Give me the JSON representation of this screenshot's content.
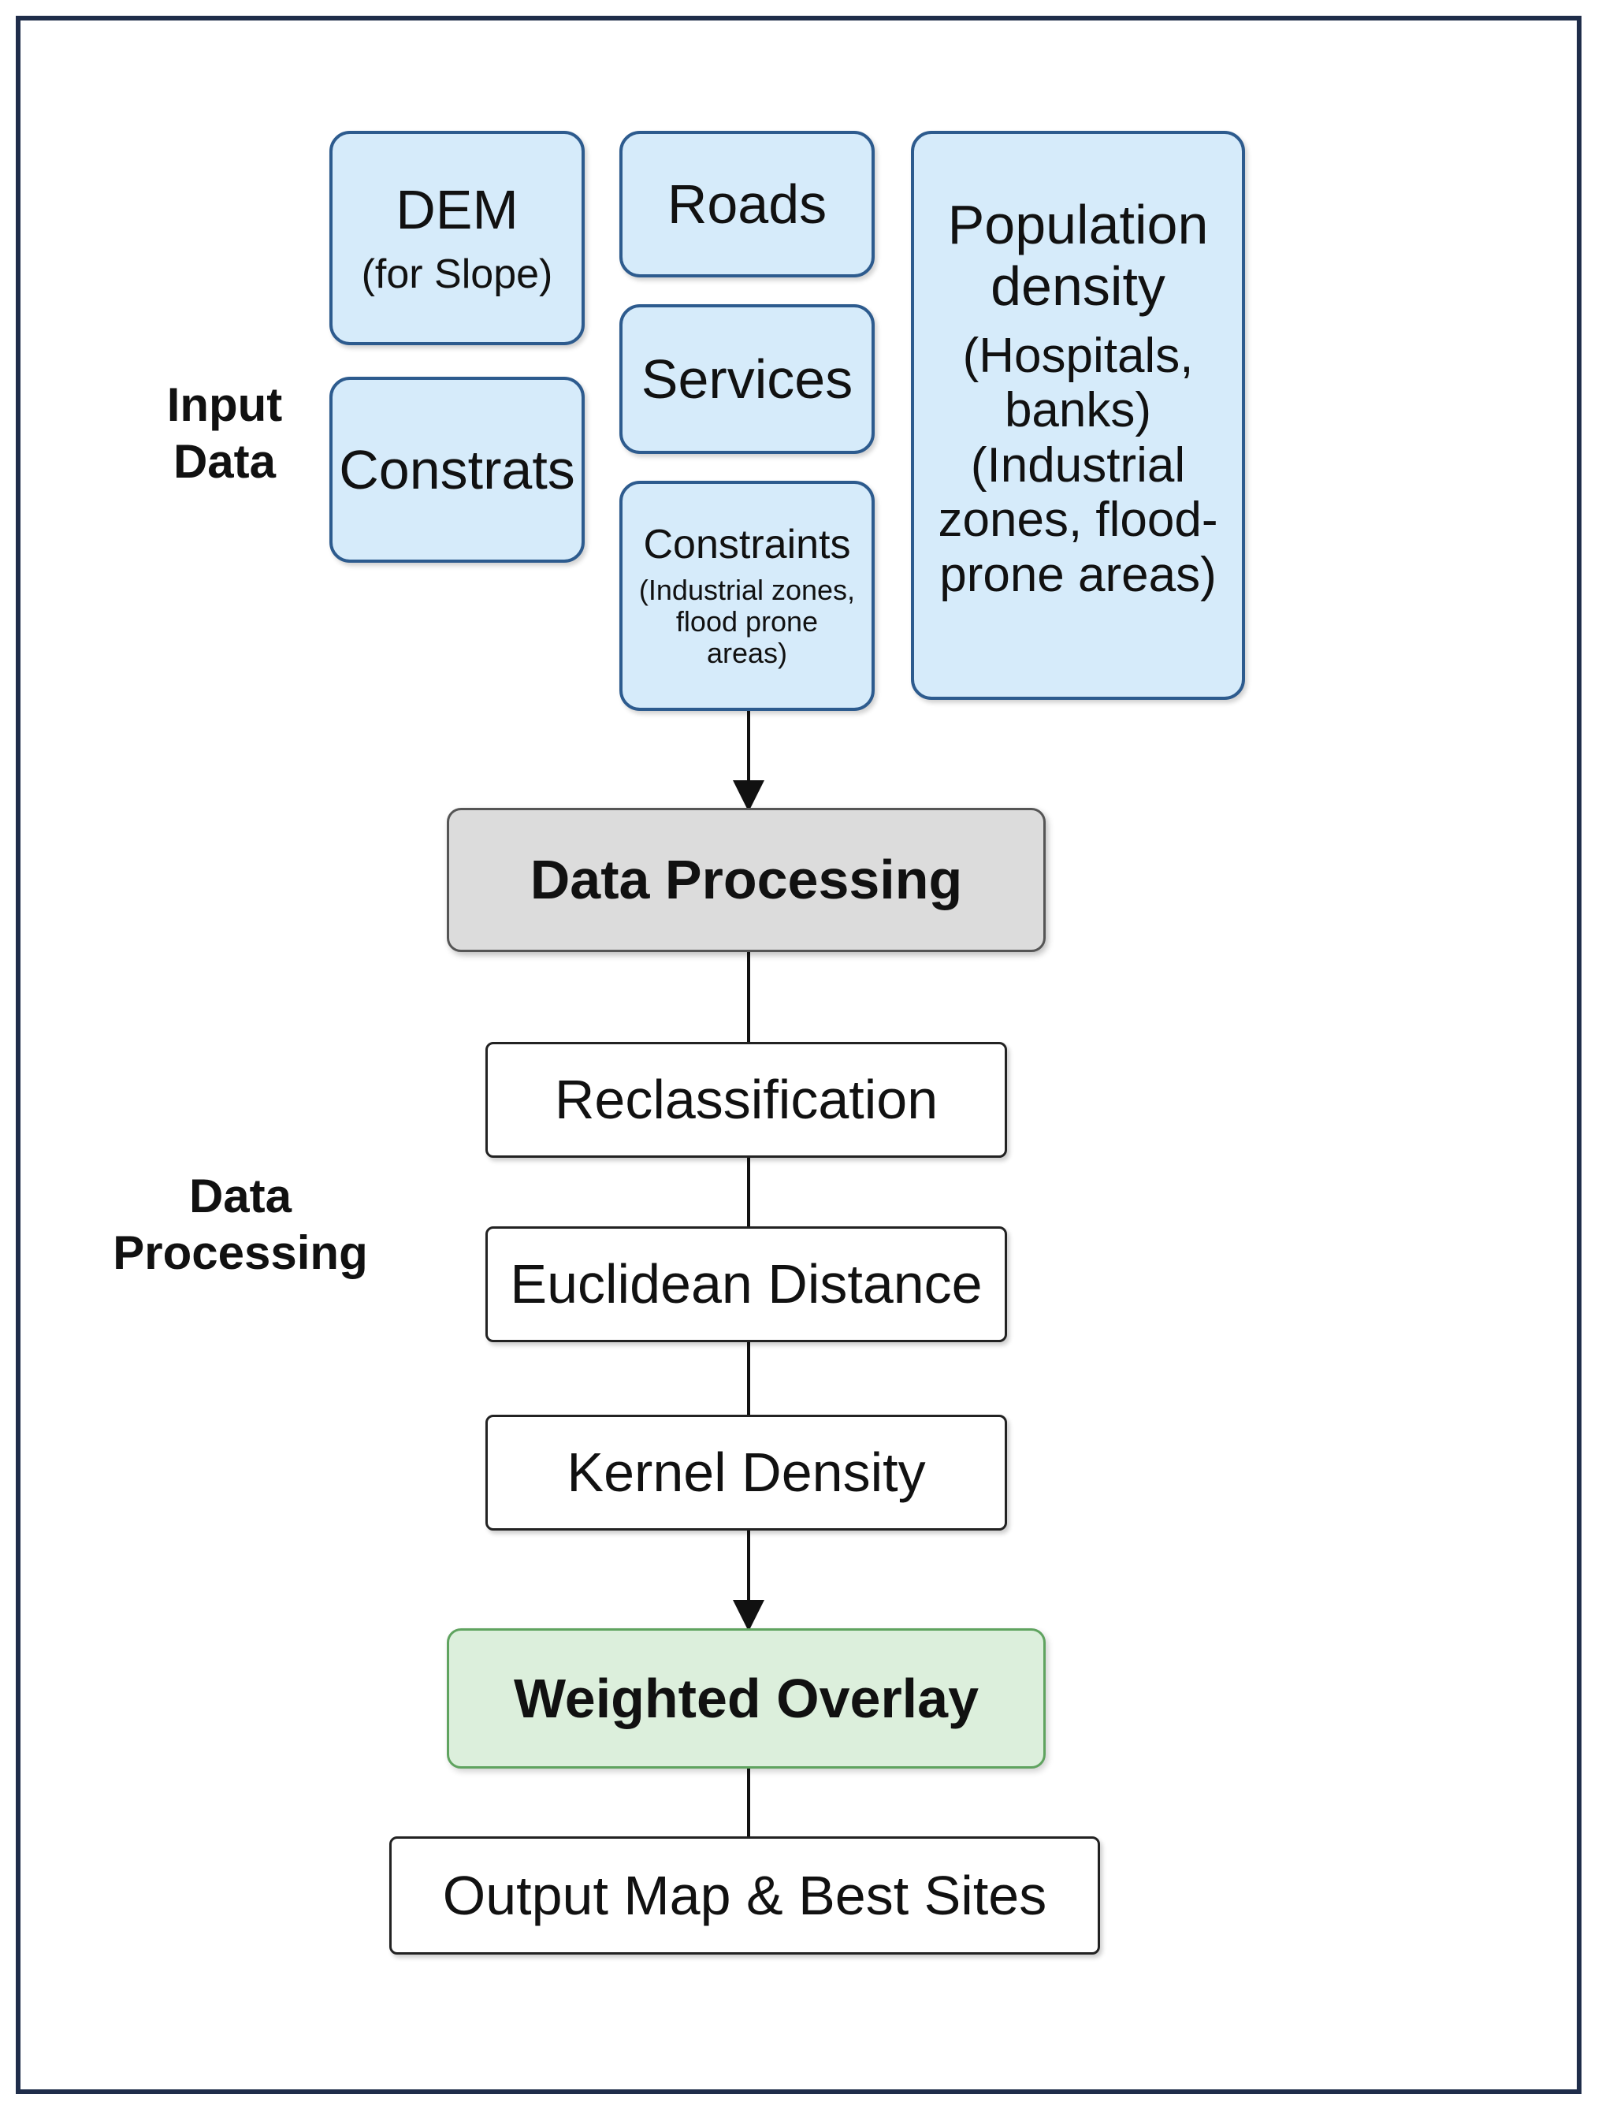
{
  "labels": {
    "input_data": [
      "Input",
      "Data"
    ],
    "data_processing": [
      "Data",
      "Processing"
    ]
  },
  "inputs": {
    "dem": {
      "title": "DEM",
      "sub": "(for Slope)"
    },
    "constrats": {
      "title": "Constrats"
    },
    "roads": {
      "title": "Roads"
    },
    "services": {
      "title": "Services"
    },
    "constraints": {
      "title": "Constraints",
      "sub": [
        "(Industrial zones,",
        "flood prone",
        "areas)"
      ]
    },
    "population": {
      "lines": [
        "Population",
        "density"
      ],
      "sub": [
        "(Hospitals,",
        "banks)",
        "(Industrial",
        "zones, flood-",
        "prone areas)"
      ]
    }
  },
  "process": {
    "data_processing": "Data Processing",
    "reclassification": "Reclassification",
    "euclidean_distance": "Euclidean Distance",
    "kernel_density": "Kernel Density",
    "weighted_overlay": "Weighted Overlay",
    "output": "Output Map & Best Sites"
  },
  "colors": {
    "input_fill": "#d6ebfa",
    "input_border": "#2d5b8e",
    "processing_fill": "#dcdcdc",
    "overlay_fill": "#dcefdc",
    "overlay_border": "#5fa35f",
    "frame": "#1f2d4a"
  }
}
